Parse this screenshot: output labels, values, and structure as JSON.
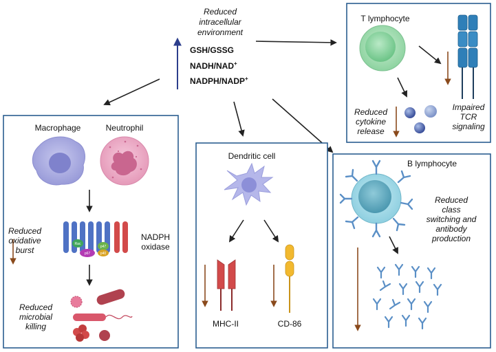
{
  "center": {
    "heading_lines": [
      "Reduced",
      "intracellular",
      "environment"
    ],
    "ratios": [
      {
        "main": "GSH/GSSG",
        "sup": ""
      },
      {
        "main": "NADH/NAD",
        "sup": "+"
      },
      {
        "main": "NADPH/NADP",
        "sup": "+"
      }
    ]
  },
  "t_lymphocyte": {
    "title": "T lymphocyte",
    "cytokine_lines": [
      "Reduced",
      "cytokine",
      "release"
    ],
    "tcr_lines": [
      "Impaired",
      "TCR",
      "signaling"
    ]
  },
  "innate": {
    "macrophage_label": "Macrophage",
    "neutrophil_label": "Neutrophil",
    "burst_lines": [
      "Reduced",
      "oxidative",
      "burst"
    ],
    "nadph_lines": [
      "NADPH",
      "oxidase"
    ],
    "killing_lines": [
      "Reduced",
      "microbial",
      "killing"
    ],
    "subunit_labels": [
      "Rac",
      "p67",
      "p47",
      "p40"
    ]
  },
  "dendritic": {
    "title": "Dendritic cell",
    "mhc_label": "MHC-II",
    "cd86_label": "CD-86"
  },
  "b_lymphocyte": {
    "title": "B lymphocyte",
    "effect_lines": [
      "Reduced",
      "class",
      "switching and",
      "antibody",
      "production"
    ]
  },
  "colors": {
    "box_border": "#2a5d8f",
    "up_arrow": "#2c3e8c",
    "down_arrow": "#8a4a1c",
    "black_arrow": "#222222"
  }
}
